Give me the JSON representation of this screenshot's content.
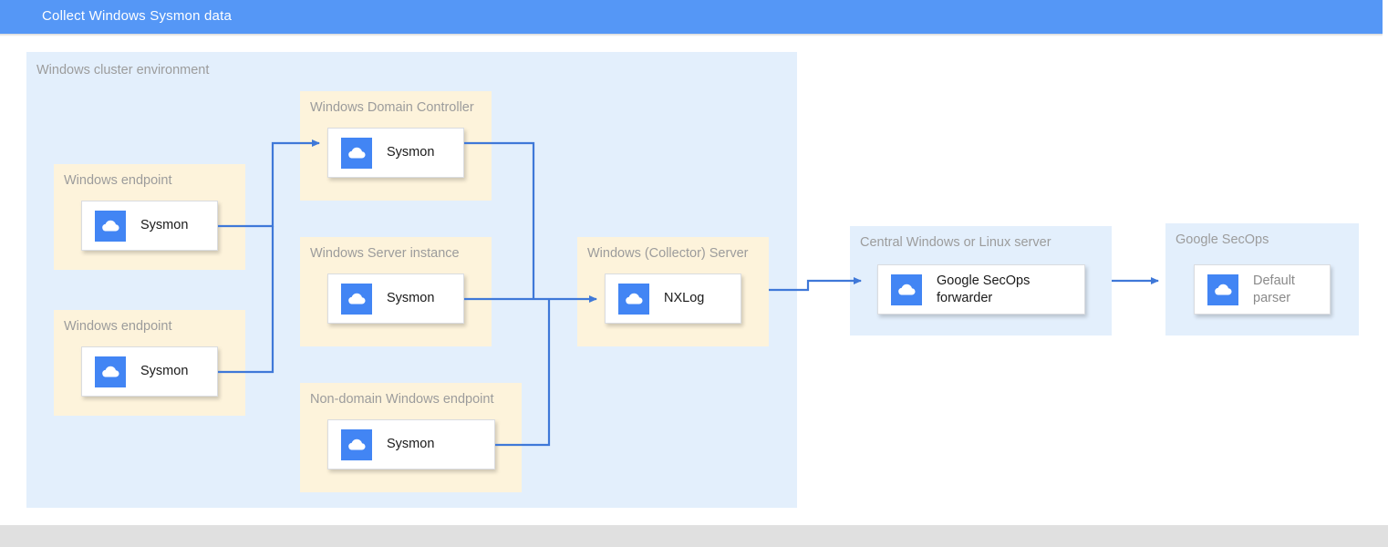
{
  "header": {
    "title": "Collect Windows Sysmon data",
    "background_color": "#5597f6"
  },
  "colors": {
    "group_blue": "#e3effc",
    "group_yellow": "#fdf3db",
    "connector": "#3f78d8",
    "icon_blue": "#4285f4",
    "label_grey": "#9c9c9c",
    "bottom_strip": "#e0e0e0"
  },
  "diagram": {
    "type": "flow",
    "groups": {
      "cluster": {
        "label": "Windows cluster environment"
      },
      "endpoint_top": {
        "label": "Windows endpoint"
      },
      "endpoint_bottom": {
        "label": "Windows endpoint"
      },
      "domain_controller": {
        "label": "Windows Domain Controller"
      },
      "server_instance": {
        "label": "Windows Server instance"
      },
      "non_domain_endpoint": {
        "label": "Non-domain Windows endpoint"
      },
      "collector_server": {
        "label": "Windows (Collector) Server"
      },
      "central_server": {
        "label": "Central Windows or Linux server"
      },
      "secops": {
        "label": "Google SecOps"
      }
    },
    "nodes": {
      "endpoint_top_sysmon": {
        "label": "Sysmon",
        "icon": "cloud-icon"
      },
      "endpoint_bottom_sysmon": {
        "label": "Sysmon",
        "icon": "cloud-icon"
      },
      "domain_controller_sysmon": {
        "label": "Sysmon",
        "icon": "cloud-icon"
      },
      "server_instance_sysmon": {
        "label": "Sysmon",
        "icon": "cloud-icon"
      },
      "non_domain_sysmon": {
        "label": "Sysmon",
        "icon": "cloud-icon"
      },
      "collector_nxlog": {
        "label": "NXLog",
        "icon": "cloud-icon"
      },
      "secops_forwarder": {
        "label": "Google SecOps forwarder",
        "icon": "cloud-icon"
      },
      "default_parser": {
        "label": "Default parser",
        "icon": "cloud-icon"
      }
    },
    "edges": [
      {
        "from": "endpoint_top_sysmon",
        "to": "domain_controller_sysmon"
      },
      {
        "from": "endpoint_bottom_sysmon",
        "to": "domain_controller_sysmon"
      },
      {
        "from": "domain_controller_sysmon",
        "to": "collector_nxlog"
      },
      {
        "from": "server_instance_sysmon",
        "to": "collector_nxlog"
      },
      {
        "from": "non_domain_sysmon",
        "to": "collector_nxlog"
      },
      {
        "from": "collector_nxlog",
        "to": "secops_forwarder"
      },
      {
        "from": "secops_forwarder",
        "to": "default_parser"
      }
    ]
  }
}
